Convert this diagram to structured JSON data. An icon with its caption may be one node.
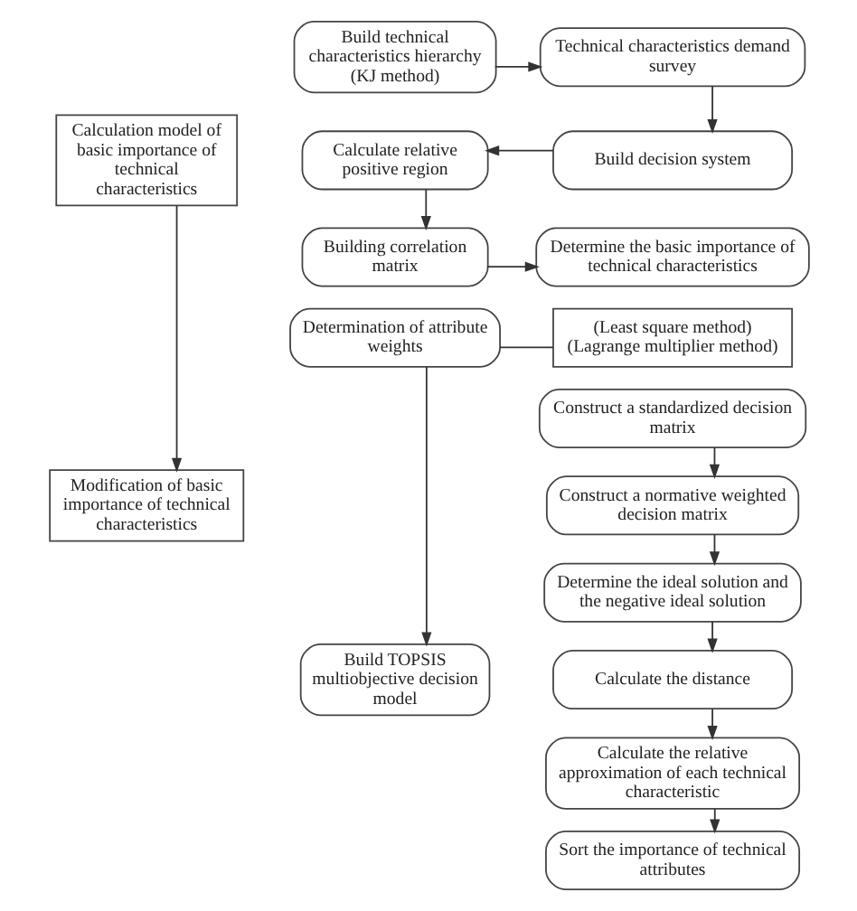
{
  "diagram": {
    "nodes": [
      {
        "text": [
          "Calculation model of basic importance of technical characteristics"
        ]
      },
      {
        "text": [
          "Build technical characteristics hierarchy (KJ method)"
        ]
      },
      {
        "text": [
          "Technical characteristics demand survey"
        ]
      },
      {
        "text": [
          "Build decision system"
        ]
      },
      {
        "text": [
          "Calculate relative positive region"
        ]
      },
      {
        "text": [
          "Building correlation matrix"
        ]
      },
      {
        "text": [
          "Determine the basic importance of technical characteristics"
        ]
      },
      {
        "text": [
          "Modification of basic importance of technical characteristics"
        ]
      },
      {
        "text": [
          "Determination of attribute weights"
        ]
      },
      {
        "text": [
          "(Least square method)",
          "(Lagrange multiplier method)"
        ]
      },
      {
        "text": [
          "Build TOPSIS multiobjective decision model"
        ]
      },
      {
        "text": [
          "Construct a standardized decision matrix"
        ]
      },
      {
        "text": [
          "Construct a normative weighted decision matrix"
        ]
      },
      {
        "text": [
          "Determine the ideal solution and the negative ideal solution"
        ]
      },
      {
        "text": [
          "Calculate the distance"
        ]
      },
      {
        "text": [
          "Calculate the relative approximation of each technical characteristic"
        ]
      },
      {
        "text": [
          "Sort the importance of technical attributes"
        ]
      }
    ],
    "edges": [
      {
        "from": 0,
        "to": 7,
        "arrow": "to"
      },
      {
        "from": 1,
        "to": 2,
        "arrow": "to"
      },
      {
        "from": 2,
        "to": 3,
        "arrow": "to"
      },
      {
        "from": 3,
        "to": 4,
        "arrow": "to"
      },
      {
        "from": 4,
        "to": 5,
        "arrow": "to"
      },
      {
        "from": 5,
        "to": 6,
        "arrow": "to"
      },
      {
        "from": 8,
        "to": 9,
        "arrow": "none"
      },
      {
        "from": 8,
        "to": 10,
        "arrow": "to"
      },
      {
        "from": 11,
        "to": 12,
        "arrow": "to"
      },
      {
        "from": 12,
        "to": 13,
        "arrow": "to"
      },
      {
        "from": 13,
        "to": 14,
        "arrow": "to"
      },
      {
        "from": 14,
        "to": 15,
        "arrow": "to"
      },
      {
        "from": 15,
        "to": 16,
        "arrow": "to"
      }
    ]
  }
}
